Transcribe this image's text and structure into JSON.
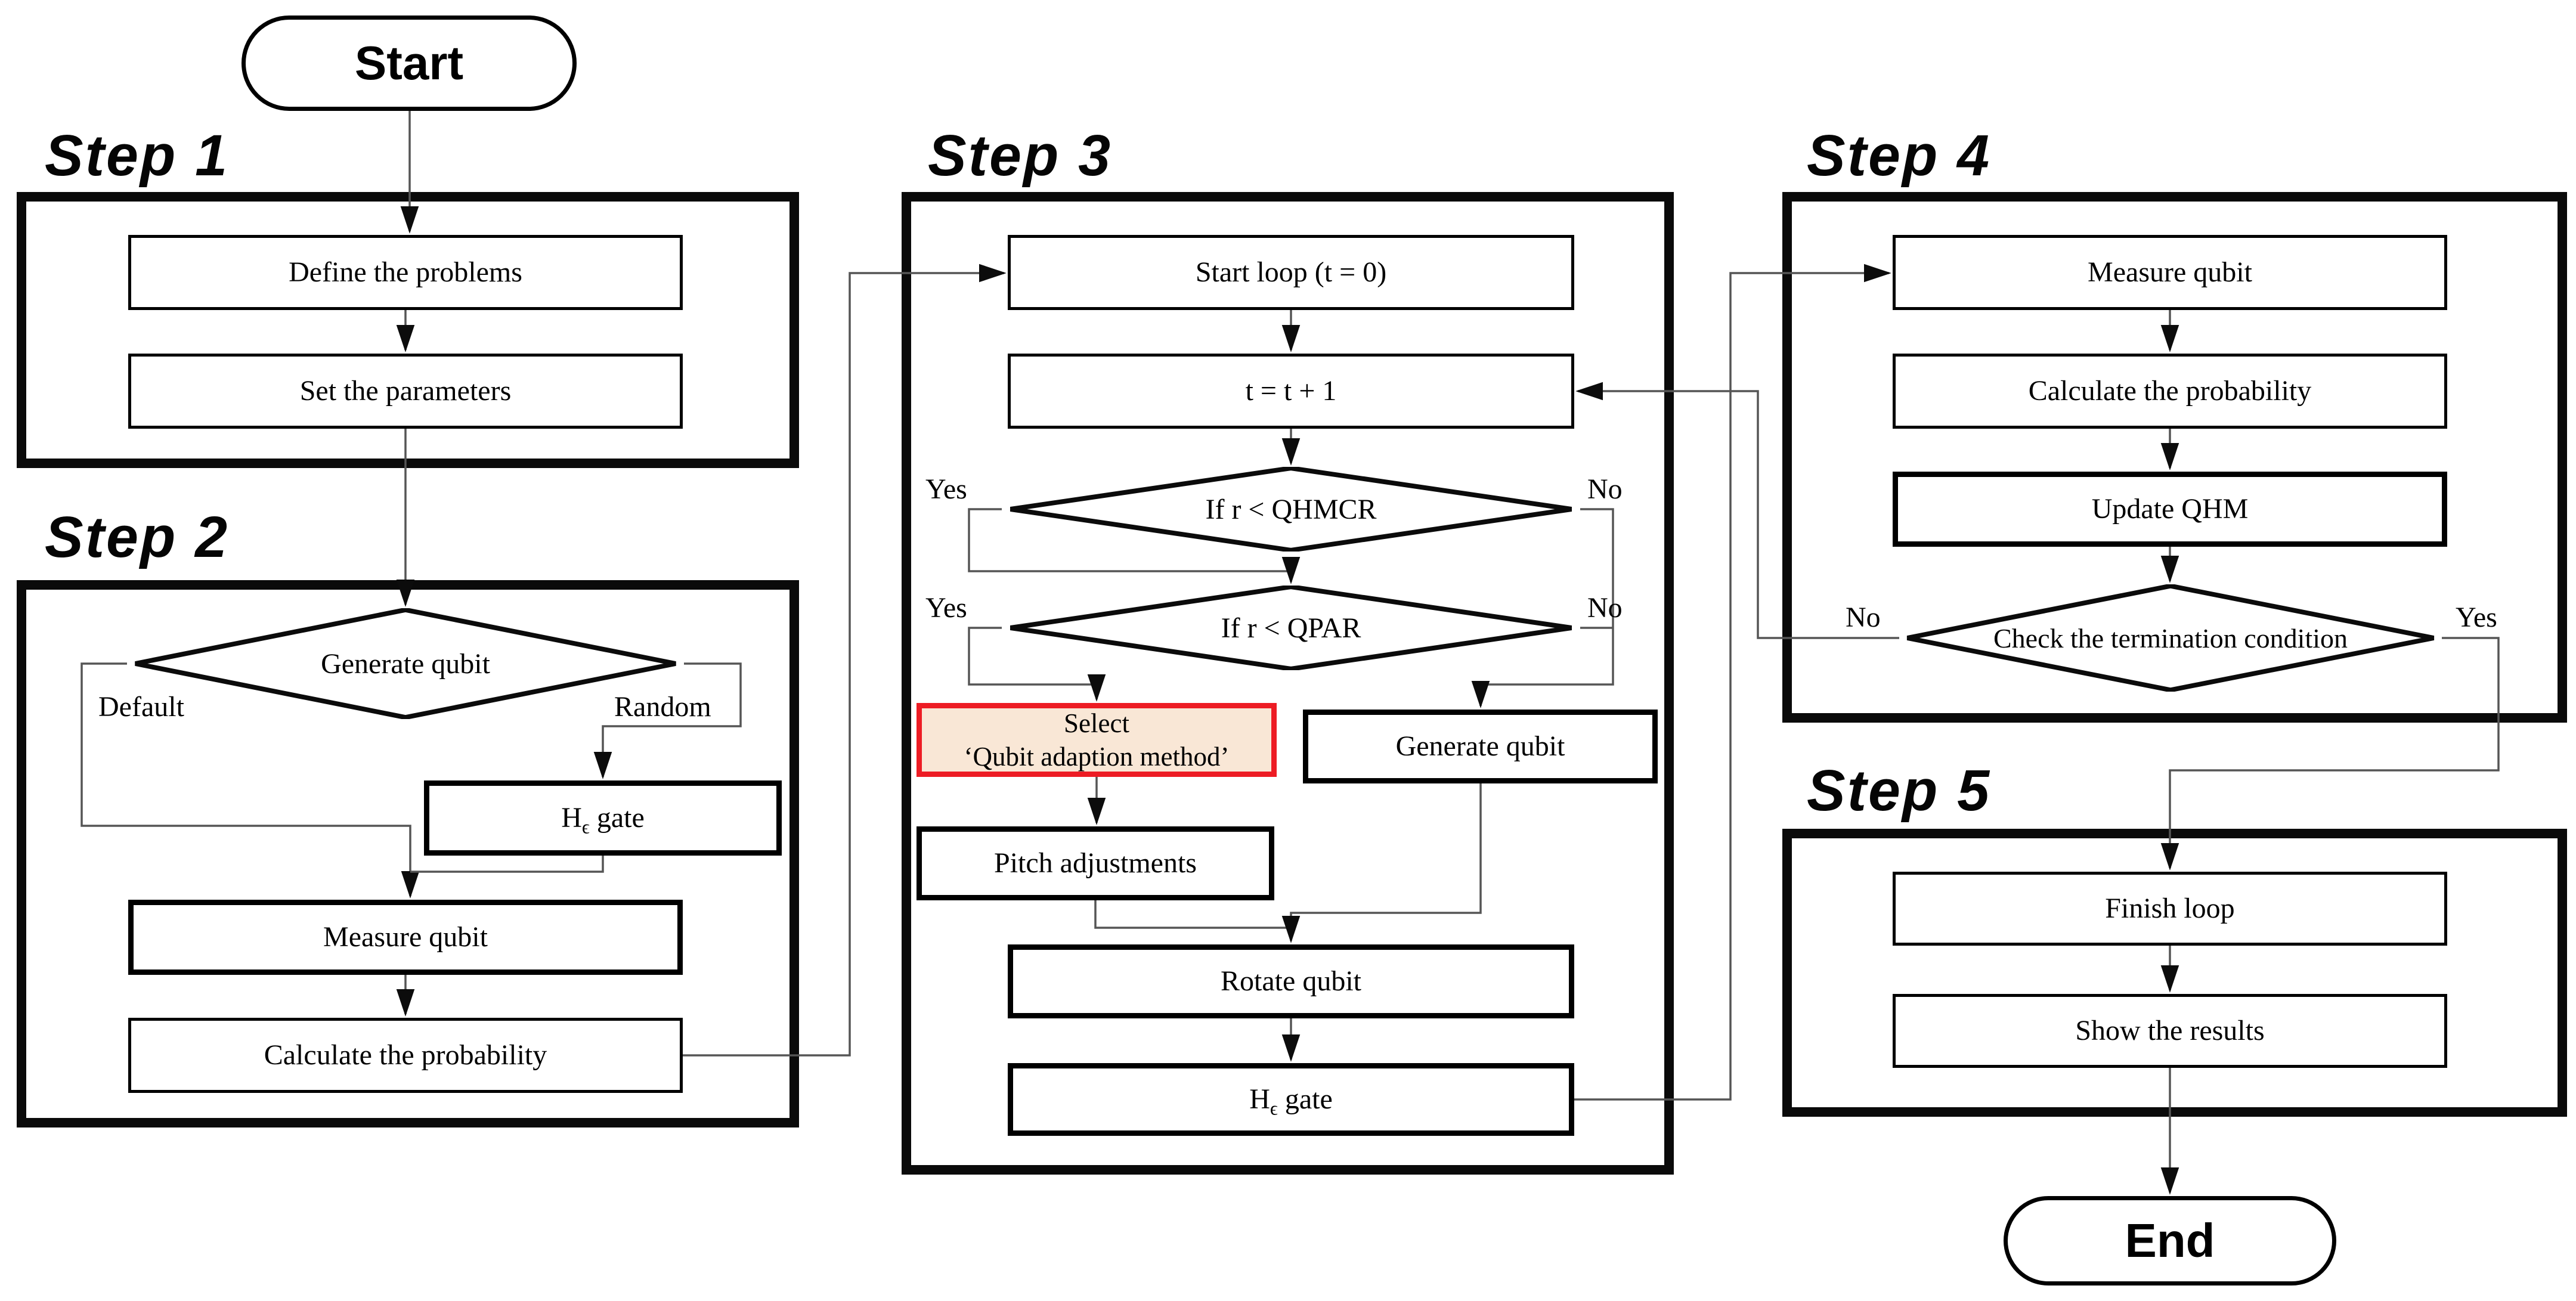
{
  "terminals": {
    "start": "Start",
    "end": "End"
  },
  "branches": {
    "yes": "Yes",
    "no": "No",
    "default_label": "Default",
    "random_label": "Random"
  },
  "shared": {
    "h_gate": {
      "pre": "H",
      "sub": "ϵ",
      "post": " gate"
    }
  },
  "steps": {
    "step1": {
      "label": "Step 1",
      "boxes": {
        "define": "Define the problems",
        "set_params": "Set the parameters"
      }
    },
    "step2": {
      "label": "Step 2",
      "diamond": "Generate qubit",
      "boxes": {
        "measure": "Measure qubit",
        "calc_prob": "Calculate the probability"
      }
    },
    "step3": {
      "label": "Step 3",
      "boxes": {
        "start_loop": "Start loop (t = 0)",
        "increment": "t = t + 1",
        "select_line1": "Select",
        "select_line2": "‘Qubit adaption method’",
        "generate": "Generate qubit",
        "pitch": "Pitch adjustments",
        "rotate": "Rotate qubit"
      },
      "diamonds": {
        "qhmcr": "If r < QHMCR",
        "qpar": "If r < QPAR"
      }
    },
    "step4": {
      "label": "Step 4",
      "boxes": {
        "measure": "Measure qubit",
        "calc_prob": "Calculate the probability",
        "update": "Update QHM"
      },
      "diamonds": {
        "check": "Check the termination condition"
      }
    },
    "step5": {
      "label": "Step 5",
      "boxes": {
        "finish": "Finish loop",
        "show": "Show the results"
      }
    }
  },
  "colors": {
    "highlight_border": "#ed1c24",
    "highlight_fill": "#f9e7d6",
    "container_border": "#0a0a0a",
    "connector": "#555555",
    "node_border": "#000000",
    "background": "#ffffff"
  }
}
